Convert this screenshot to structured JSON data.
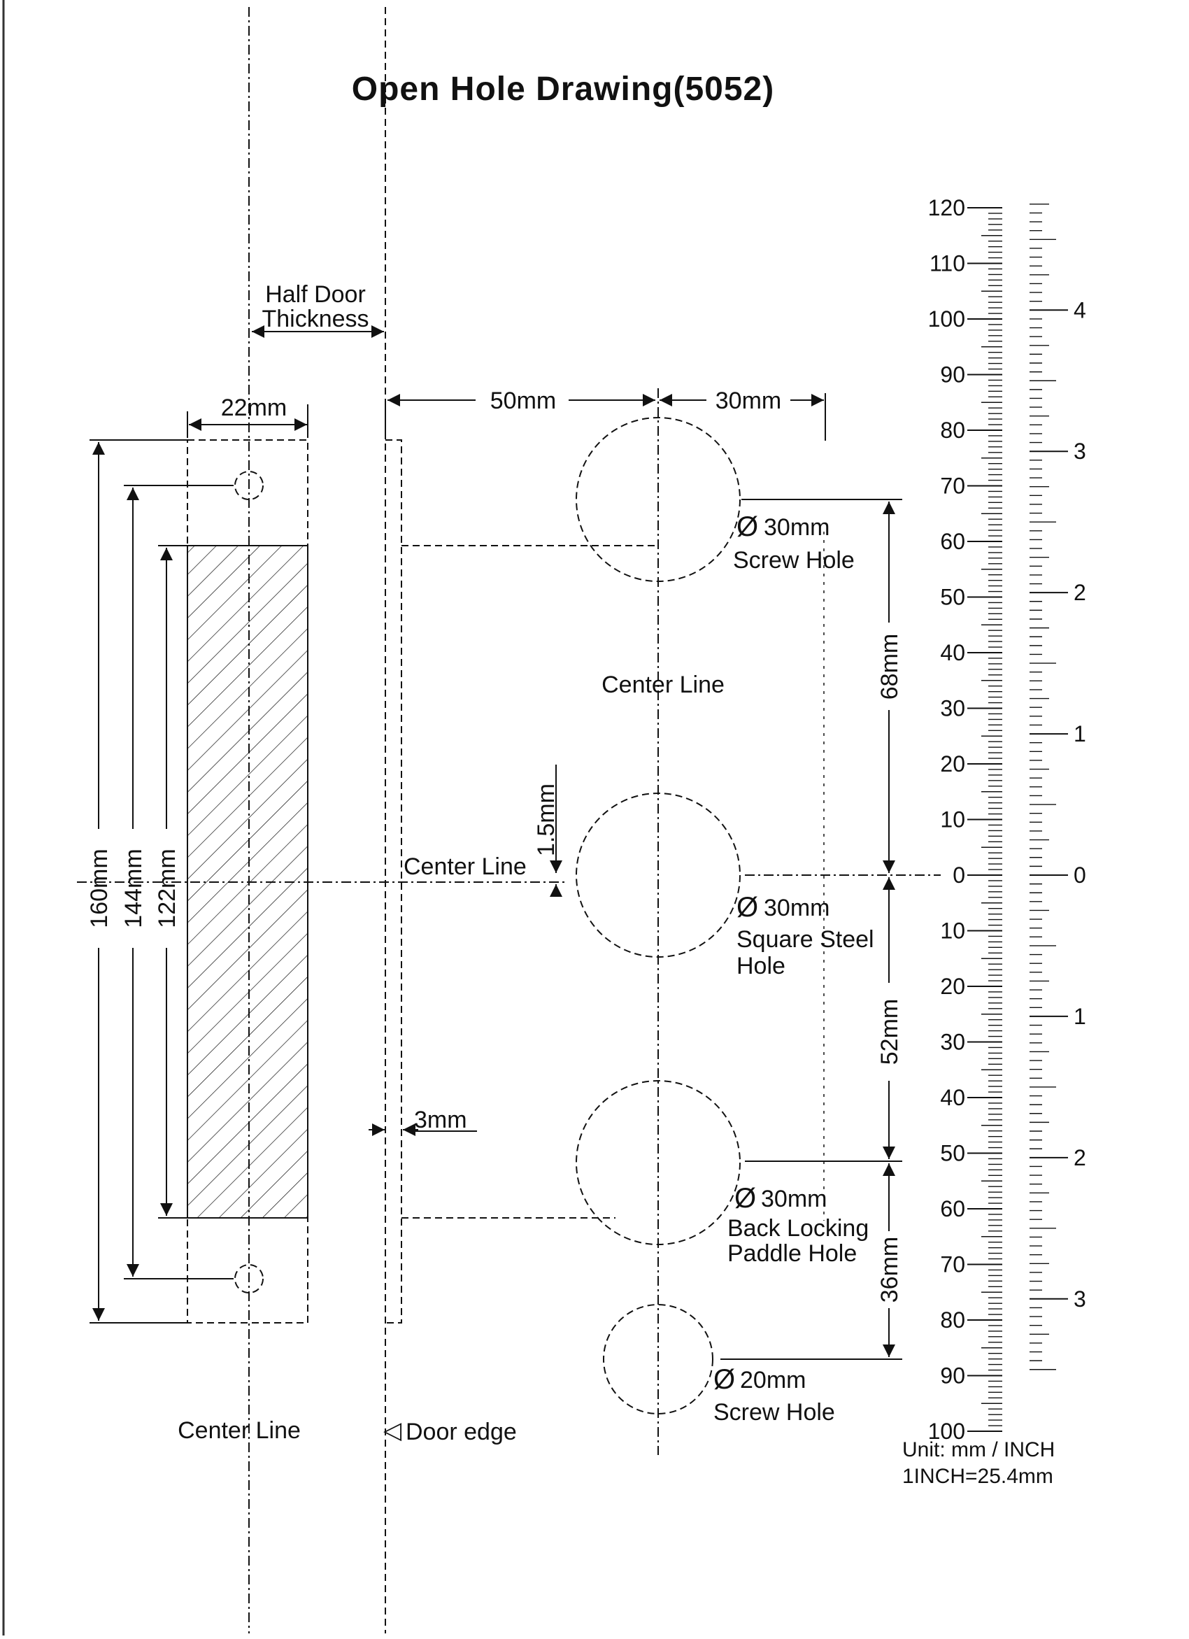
{
  "title": "Open Hole Drawing(5052)",
  "labels": {
    "half_door_1": "Half Door",
    "half_door_2": "Thickness",
    "dim_22": "22mm",
    "dim_50": "50mm",
    "dim_30": "30mm",
    "dim_160": "160mm",
    "dim_144": "144mm",
    "dim_122": "122mm",
    "dim_1_5": "1.5mm",
    "dim_3": "3mm",
    "dim_68": "68mm",
    "dim_52": "52mm",
    "dim_36": "36mm",
    "center_line_top": "Center Line",
    "center_line_mid": "Center Line",
    "center_line_bottom": "Center Line",
    "door_edge": "Door edge",
    "door_edge_glyph": "◁",
    "diameter_glyph": "Ø"
  },
  "holes": [
    {
      "size": "30mm",
      "name_1": "Screw Hole",
      "name_2": ""
    },
    {
      "size": "30mm",
      "name_1": "Square Steel",
      "name_2": "Hole"
    },
    {
      "size": "30mm",
      "name_1": "Back Locking",
      "name_2": "Paddle Hole"
    },
    {
      "size": "20mm",
      "name_1": "Screw Hole",
      "name_2": ""
    }
  ],
  "ruler": {
    "upper_mm_labels": [
      "120",
      "110",
      "100",
      "90",
      "80",
      "70",
      "60",
      "50",
      "40",
      "30",
      "20",
      "10"
    ],
    "zero_label": "0",
    "lower_mm_labels": [
      "10",
      "20",
      "30",
      "40",
      "50",
      "60",
      "70",
      "80",
      "90",
      "100"
    ],
    "upper_inch_labels": [
      "4",
      "3",
      "2",
      "1"
    ],
    "lower_inch_labels": [
      "1",
      "2",
      "3"
    ],
    "unit_note": "Unit:  mm / INCH",
    "conversion_note": "1INCH=25.4mm"
  }
}
